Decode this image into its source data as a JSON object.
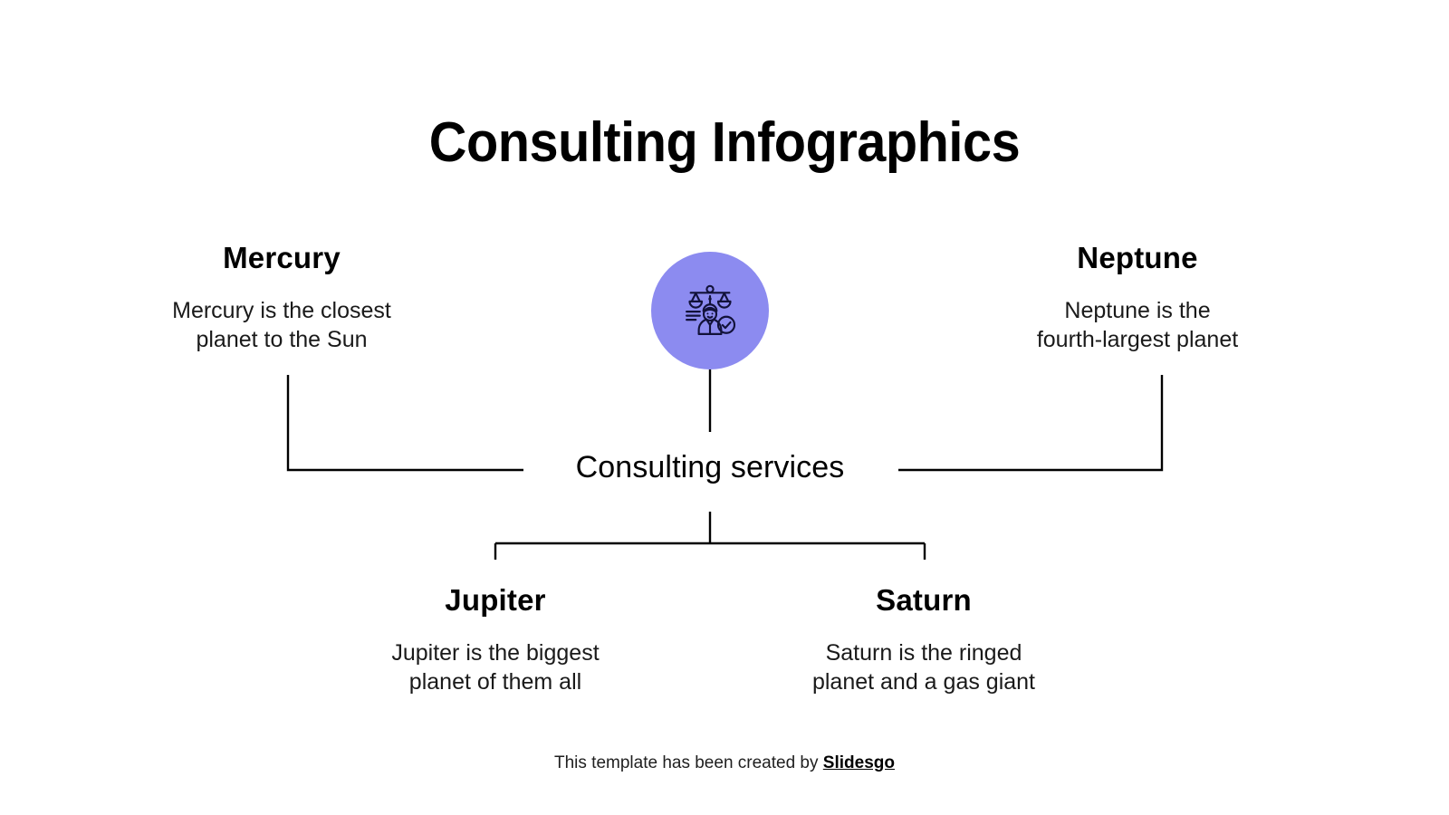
{
  "slide": {
    "title": "Consulting Infographics",
    "background_color": "#ffffff",
    "accent_color": "#8c8bf0",
    "line_color": "#000000"
  },
  "center": {
    "icon_name": "justice-scales-lawyer-icon",
    "circle_color": "#8c8bf0",
    "label": "Consulting services"
  },
  "branches": [
    {
      "id": "mercury",
      "title": "Mercury",
      "description": "Mercury is the closest\nplanet to the Sun",
      "position": "top-left"
    },
    {
      "id": "neptune",
      "title": "Neptune",
      "description": "Neptune is the\nfourth-largest planet",
      "position": "top-right"
    },
    {
      "id": "jupiter",
      "title": "Jupiter",
      "description": "Jupiter is  the biggest\nplanet of them all",
      "position": "bottom-left"
    },
    {
      "id": "saturn",
      "title": "Saturn",
      "description": "Saturn is the ringed\nplanet and a gas giant",
      "position": "bottom-right"
    }
  ],
  "footer": {
    "text": "This template has been created by ",
    "brand": "Slidesgo"
  }
}
